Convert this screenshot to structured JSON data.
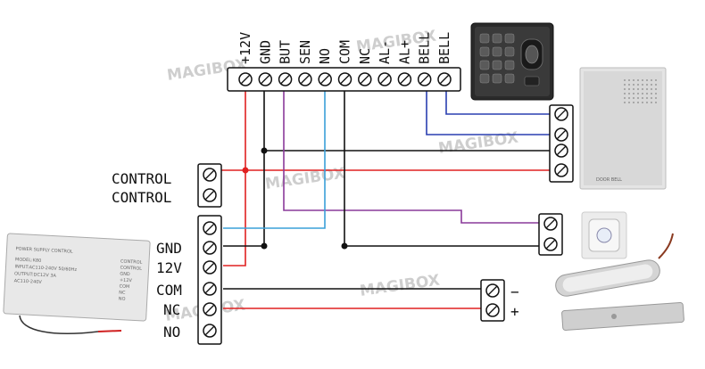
{
  "watermark": "MAGIBOX",
  "controller_terminals": [
    "+12V",
    "GND",
    "BUT",
    "SEN",
    "NO",
    "COM",
    "NC",
    "AL-",
    "AL+",
    "BELL",
    "BELL"
  ],
  "control_labels": [
    "CONTROL",
    "CONTROL"
  ],
  "psu_labels": [
    "GND",
    "12V",
    "COM",
    "NC",
    "NO"
  ],
  "lock_polarity": [
    "−",
    "+"
  ],
  "power_supply": {
    "title": "POWER SUPPLY CONTROL",
    "left_lines": [
      "MODEL:K80",
      "INPUT:AC110-240V 50/60Hz",
      "OUTPUT:DC12V 3A",
      "AC110-240V"
    ],
    "right_lines": [
      "CONTROL",
      "CONTROL",
      "GND",
      "+12V",
      "COM",
      "NC",
      "NO"
    ]
  },
  "doorbell_label": "DOOR BELL",
  "wire_colors": {
    "power": "#e02020",
    "ground": "#111111",
    "button": "#8a3a9a",
    "sensor": "#3aa0d8",
    "bell": "#2a3fb0",
    "lock": "#111111"
  }
}
